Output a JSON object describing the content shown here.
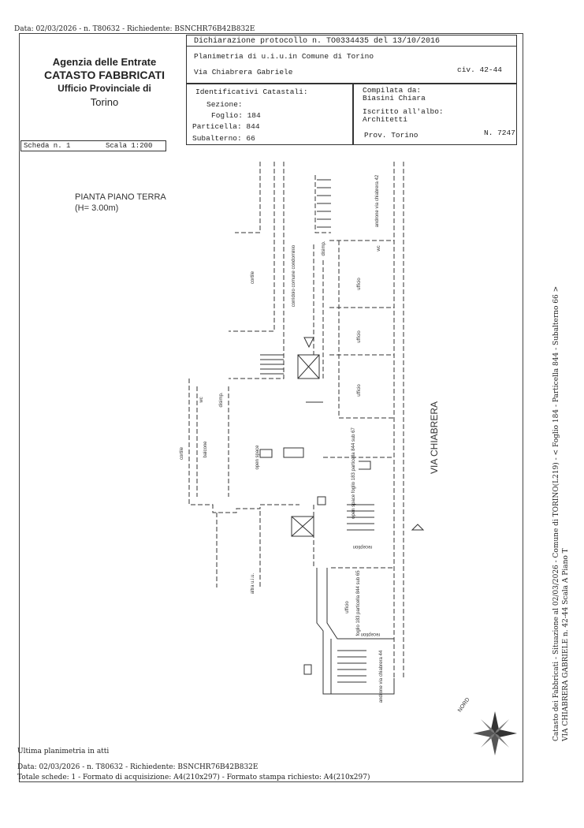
{
  "header": {
    "top_line": "Data: 02/03/2026 - n. T80632 - Richiedente: BSNCHR76B42B832E",
    "agency": [
      "Agenzia delle Entrate",
      "CATASTO FABBRICATI",
      "Ufficio Provinciale di",
      "Torino"
    ],
    "protocol": "Dichiarazione protocollo n. TO0334435 del  13/10/2016",
    "planimetry": "Planimetria di u.i.u.in Comune di Torino",
    "address": "Via Chiabrera Gabriele",
    "civ": "civ. 42-44",
    "ident_title": "Identificativi Catastali:",
    "sezione": "Sezione:",
    "foglio": "Foglio: 184",
    "particella": "Particella: 844",
    "subalterno": "Subalterno: 66",
    "compilata": "Compilata da:",
    "compilatore": "Biasini Chiara",
    "iscritto": "Iscritto all'albo:",
    "albo": "Architetti",
    "prov": "Prov. Torino",
    "numero": "N. 7247",
    "scheda": "Scheda n. 1",
    "scala": "Scala 1:200"
  },
  "plan": {
    "title": "PIANTA PIANO TERRA",
    "height": "(H= 3.00m)",
    "street": "VIA CHIABRERA",
    "labels": {
      "cortile_top": "cortile",
      "corridoio": "corridoio comune condominio",
      "androne_42": "androne via chiabrera 42",
      "disimp_top": "disimp.",
      "wc_top": "wc",
      "ufficio_1": "ufficio",
      "ufficio_2": "ufficio",
      "ufficio_3": "ufficio",
      "wc_left": "wc",
      "disimp_left": "disimp.",
      "cortile_left": "cortile",
      "balcone": "balcone",
      "open_space": "open space",
      "open_space_2": "open space foglio 183 particella 844 sub 67",
      "reception_1": "reception",
      "altra_uiu": "altra u.i.u.",
      "ufficio_4": "ufficio",
      "foglio_b": "foglio 183 particella 844 sub 65",
      "reception_2": "reception",
      "androne_44": "androne via chiabrera 44",
      "nord": "NORD"
    }
  },
  "footer": {
    "ultima": "Ultima planimetria in atti",
    "data": "Data: 02/03/2026 - n. T80632 - Richiedente: BSNCHR76B42B832E",
    "totale": "Totale schede: 1 - Formato di acquisizione: A4(210x297) - Formato stampa richiesto: A4(210x297)"
  },
  "side": {
    "line1": "Catasto dei Fabbricati - Situazione al 02/03/2026 - Comune di TORINO(L219) - < Foglio 184 - Particella 844 - Subalterno 66 >",
    "line2": "VIA CHIABRERA GABRIELE n. 42-44  Scala A Piano T"
  }
}
